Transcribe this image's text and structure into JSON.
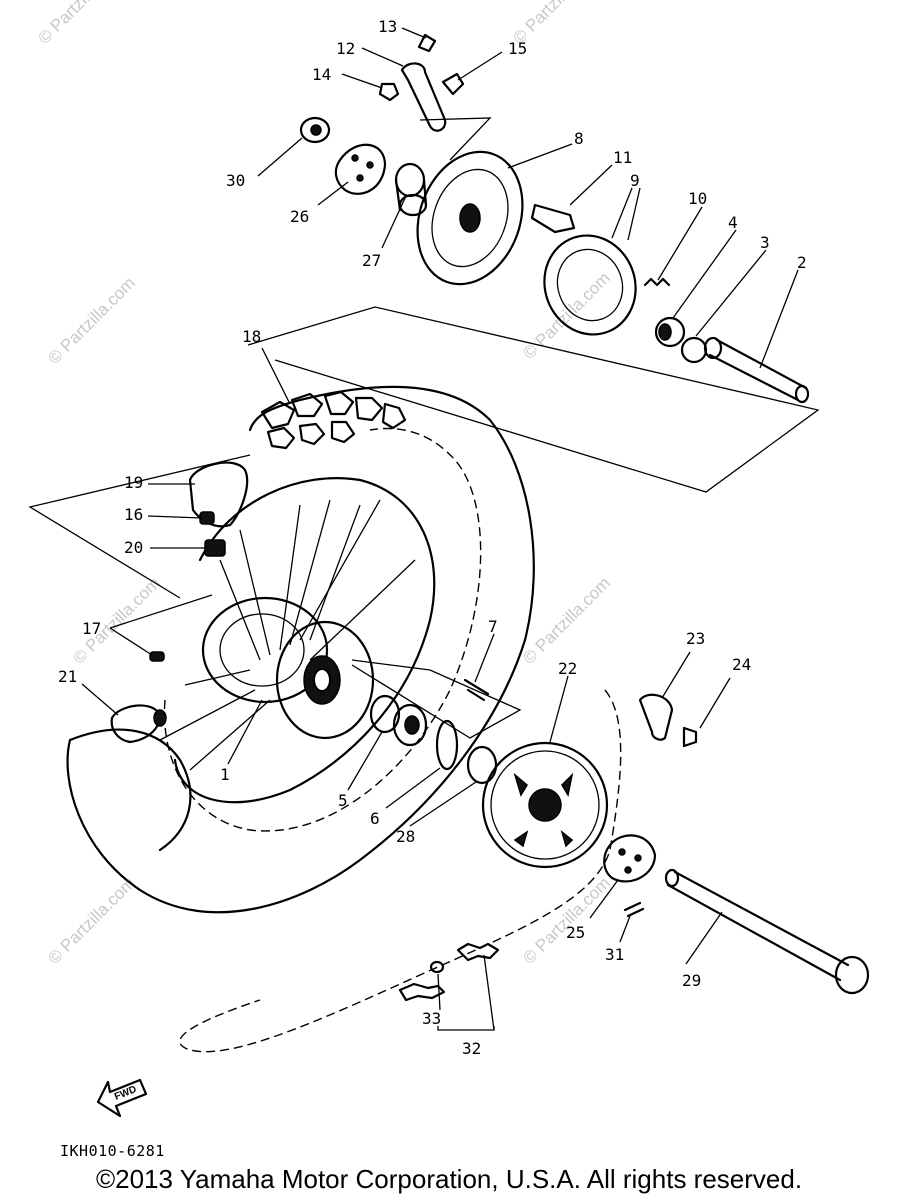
{
  "diagram": {
    "callouts": {
      "c1": "1",
      "c2": "2",
      "c3": "3",
      "c4": "4",
      "c5": "5",
      "c6": "6",
      "c7": "7",
      "c8": "8",
      "c9": "9",
      "c10": "10",
      "c11": "11",
      "c12": "12",
      "c13": "13",
      "c14": "14",
      "c15": "15",
      "c16": "16",
      "c17": "17",
      "c18": "18",
      "c19": "19",
      "c20": "20",
      "c21": "21",
      "c22": "22",
      "c23": "23",
      "c24": "24",
      "c25": "25",
      "c26": "26",
      "c27": "27",
      "c28": "28",
      "c29": "29",
      "c30": "30",
      "c31": "31",
      "c32": "32",
      "c33": "33"
    },
    "direction_marker": "FWD",
    "drawing_code": "IKH010-6281",
    "watermark": "© Partzilla.com"
  },
  "footer": {
    "copyright": "©2013 Yamaha Motor Corporation, U.S.A. All rights reserved."
  }
}
